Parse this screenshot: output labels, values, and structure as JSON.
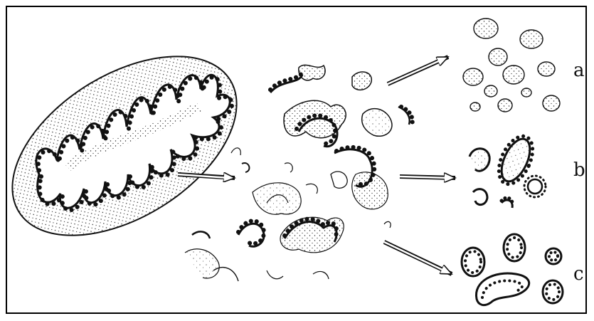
{
  "labels": {
    "a": "a",
    "b": "b",
    "c": "c"
  },
  "colors": {
    "ink": "#111111",
    "background": "#ffffff",
    "stipple": "#222222"
  },
  "panels": {
    "intact": "mitochondrion-intact",
    "fragmented": "fragmented-membranes",
    "outcomes": [
      "outcome-a-smooth-vesicles",
      "outcome-b-particle-vesicles",
      "outcome-c-inside-out-vesicles"
    ]
  }
}
